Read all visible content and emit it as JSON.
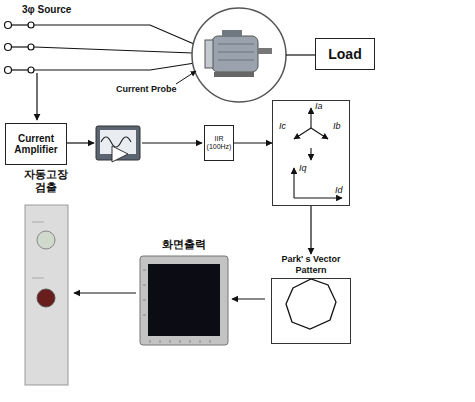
{
  "diagram": {
    "nodes": [
      {
        "text": [
          "Load"
        ]
      },
      {
        "text": [
          "Current Amplifier"
        ]
      },
      {
        "text": [
          "IIR (100Hz)"
        ]
      },
      {
        "text": [
          "Ia",
          "Ic",
          "Ib",
          "Iq",
          "Id"
        ]
      },
      {
        "text": [
          "Park' s Vector Pattern"
        ]
      },
      {
        "text": [
          "화면출력"
        ]
      },
      {
        "text": [
          "자동고장 검출"
        ]
      }
    ],
    "edges": [
      {
        "from": 2,
        "to": 3,
        "arrow": "to"
      },
      {
        "from": 3,
        "to": 4,
        "arrow": "to"
      },
      {
        "from": 4,
        "to": 5,
        "arrow": "to"
      },
      {
        "from": 5,
        "to": 6,
        "arrow": "to"
      }
    ],
    "labels": [
      "3φ Source",
      "Current Probe"
    ]
  }
}
